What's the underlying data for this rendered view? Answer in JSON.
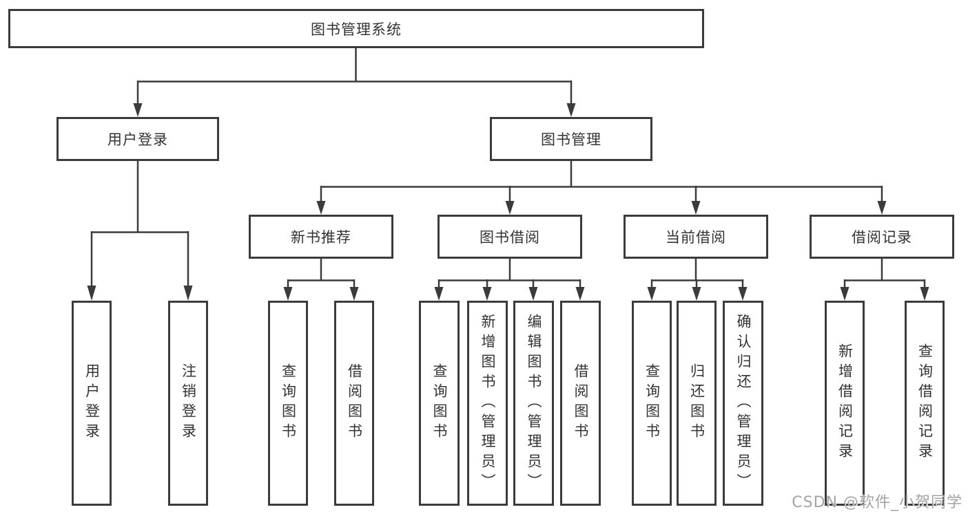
{
  "colors": {
    "line": "#3b3b3b",
    "box_border": "#3b3b3b",
    "text": "#333333",
    "background": "#ffffff",
    "watermark": "#a3a3a3"
  },
  "watermark": {
    "text": "CSDN @软件_小贺同学"
  },
  "tree": {
    "root": {
      "label": "图书管理系统"
    },
    "branches": [
      {
        "label": "用户登录",
        "leaves": [
          {
            "label": "用户登录"
          },
          {
            "label": "注销登录"
          }
        ]
      },
      {
        "label": "图书管理",
        "groups": [
          {
            "label": "新书推荐",
            "leaves": [
              {
                "label": "查询图书"
              },
              {
                "label": "借阅图书"
              }
            ]
          },
          {
            "label": "图书借阅",
            "leaves": [
              {
                "label": "查询图书"
              },
              {
                "label": "新增图书（管理员）"
              },
              {
                "label": "编辑图书（管理员）"
              },
              {
                "label": "借阅图书"
              }
            ]
          },
          {
            "label": "当前借阅",
            "leaves": [
              {
                "label": "查询图书"
              },
              {
                "label": "归还图书"
              },
              {
                "label": "确认归还（管理员）"
              }
            ]
          },
          {
            "label": "借阅记录",
            "leaves": [
              {
                "label": "新增借阅记录"
              },
              {
                "label": "查询借阅记录"
              }
            ]
          }
        ]
      }
    ]
  }
}
